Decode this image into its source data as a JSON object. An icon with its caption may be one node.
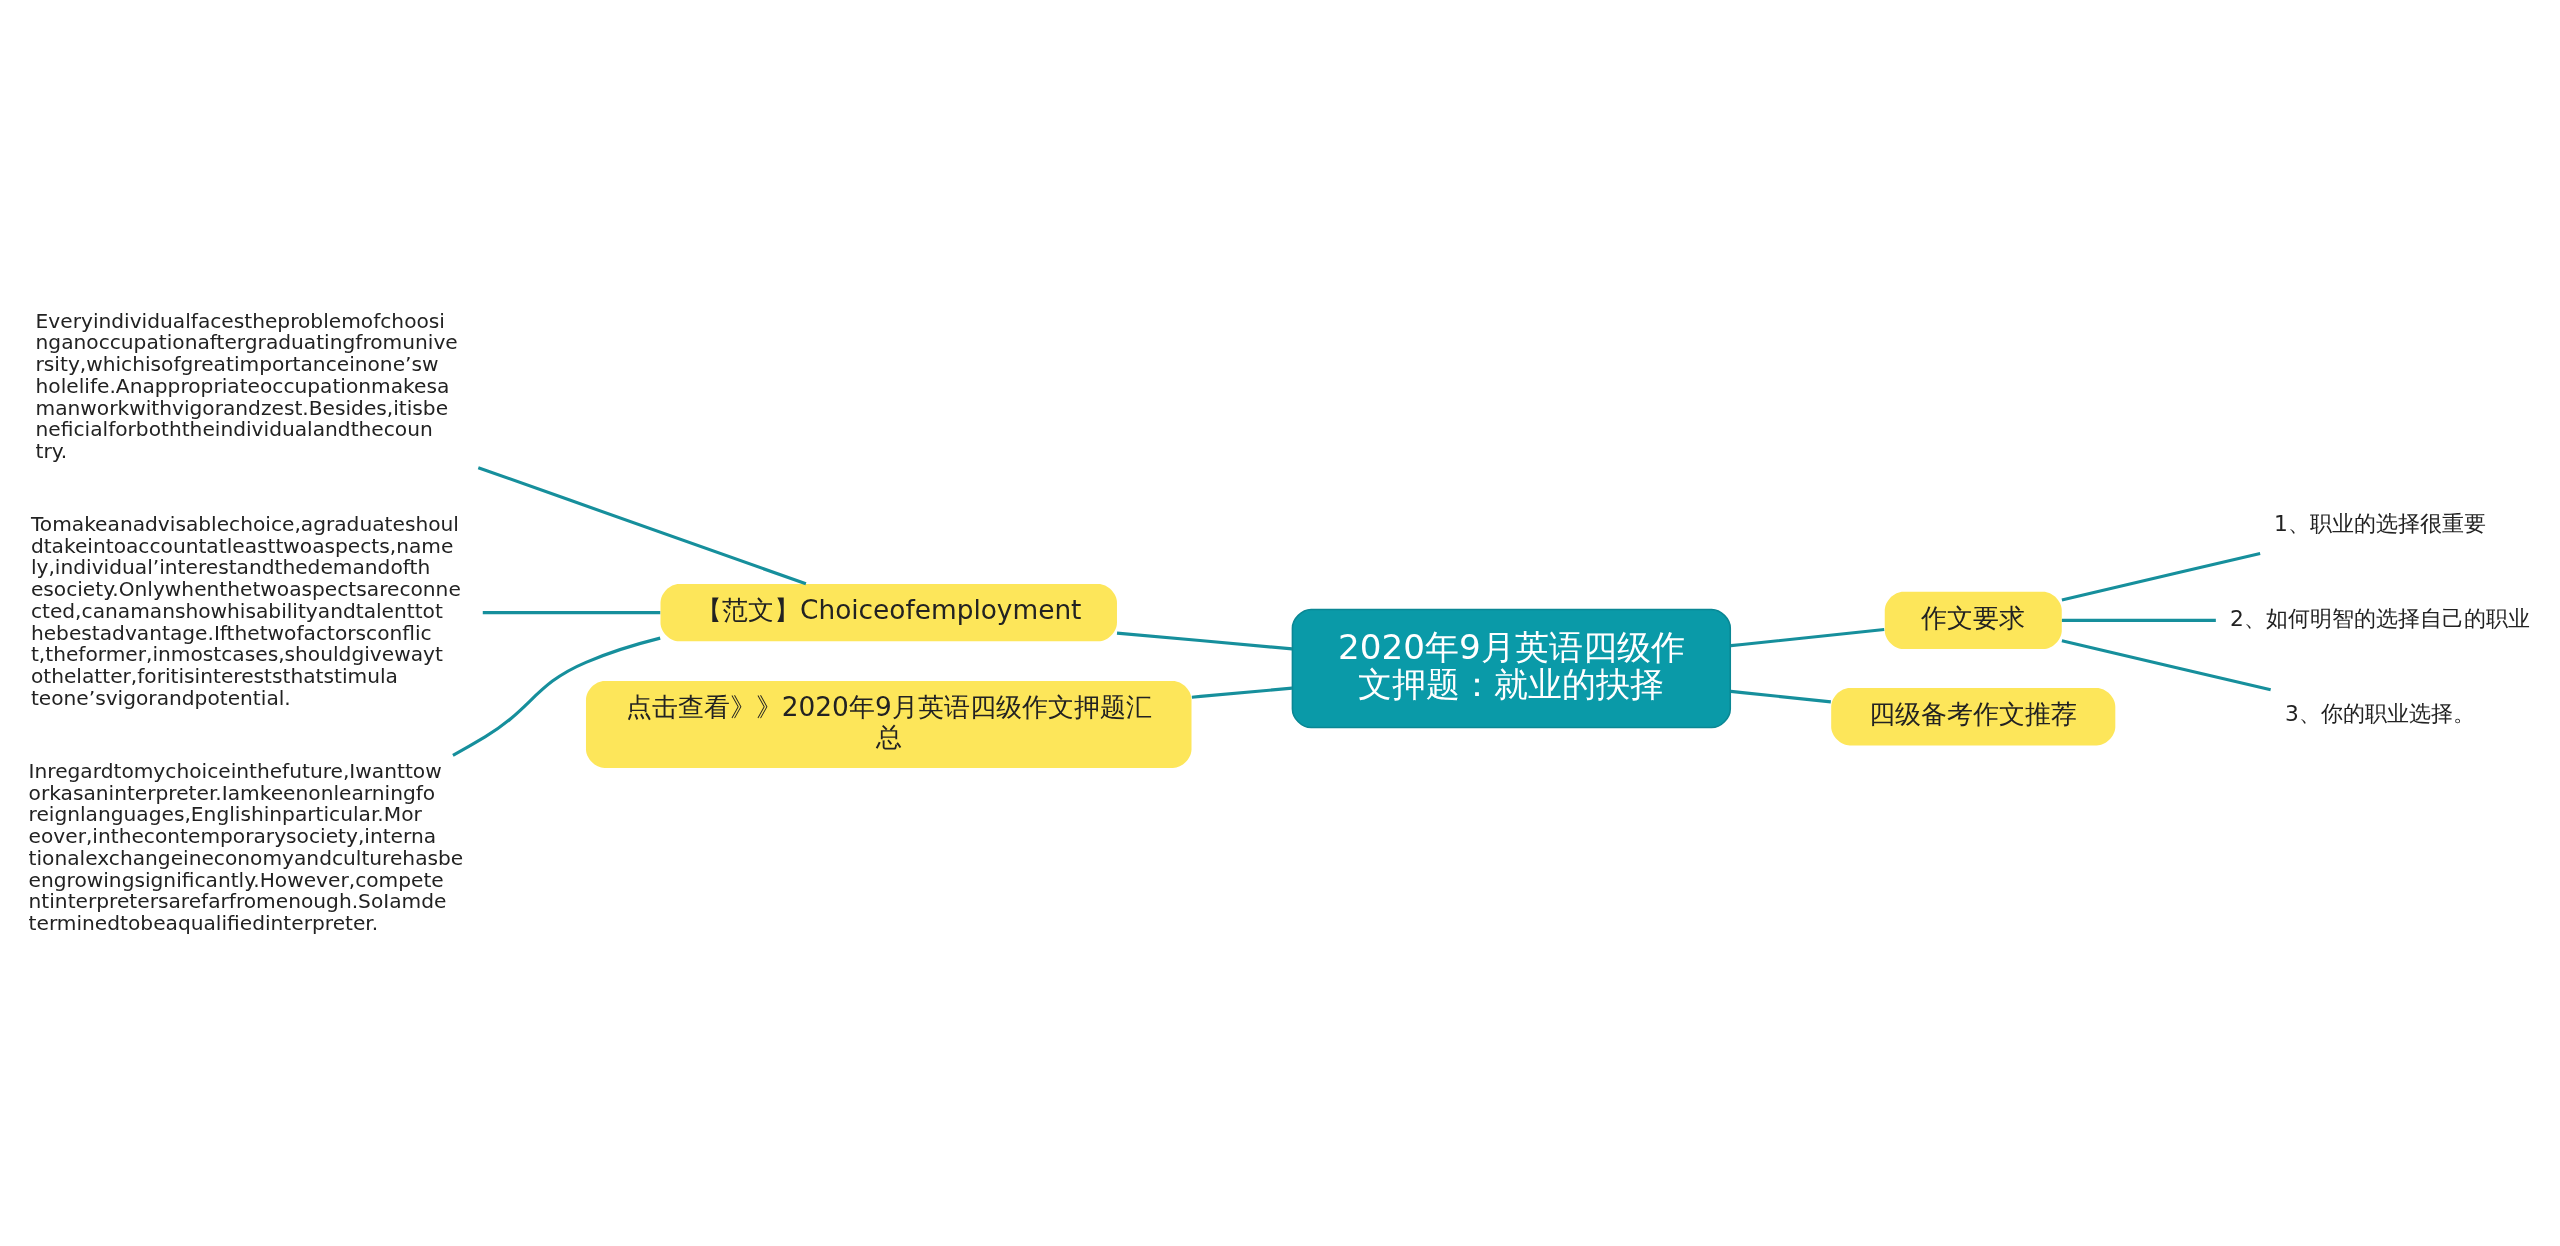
{
  "diagram": {
    "nodes": [
      {
        "text": [
          "2020年9月英语四级作文押题：就业的抉择"
        ]
      },
      {
        "text": [
          "【范文】Choiceofemployment"
        ]
      },
      {
        "text": [
          "Everyindividualfacestheproblemofchoosinganoccupationaftergraduatingfromuniversity,whichisofgreatimportanceinone’swholelife.Anappropriateoccupationmakesamanworkwithvigorandzest.Besides,itisbeneficialforboththeindividualandthecountry."
        ]
      },
      {
        "text": [
          "Tomakeanadvisablechoice,agraduateshouldtakeintoaccountatleasttwoaspects,namely,individual’interestandthedemandofthesociety.Onlywhenthetwoaspectsareconnected,canamanshowhisabilityandtalenttothebestadvantage.Ifthetwofactorsconflict,theformer,inmostcases,shouldgivewaytothelatter,foritisintereststhatstimulateone’svigorandpotential."
        ]
      },
      {
        "text": [
          "Inregardtomychoiceinthefuture,Iwanttoworkasaninterpreter.Iamkeenonlearningforeignlanguages,Englishinparticular.Moreover,inthecontemporarysociety,internationalexchangeineconomyandculturehasbeengrowingsignificantly.However,competentinterpretersarefarfromenough.SoIamdeterminedtobeaqualifiedinterpreter."
        ]
      },
      {
        "text": [
          "点击查看》》2020年9月英语四级作文押题汇总"
        ]
      },
      {
        "text": [
          "作文要求"
        ]
      },
      {
        "text": [
          "1、职业的选择很重要"
        ]
      },
      {
        "text": [
          "2、如何明智的选择自己的职业"
        ]
      },
      {
        "text": [
          "3、你的职业选择。"
        ]
      },
      {
        "text": [
          "四级备考作文推荐"
        ]
      }
    ],
    "edges": [
      {
        "from": 0,
        "to": 1,
        "arrow": "none"
      },
      {
        "from": 1,
        "to": 2,
        "arrow": "none"
      },
      {
        "from": 1,
        "to": 3,
        "arrow": "none"
      },
      {
        "from": 1,
        "to": 4,
        "arrow": "none"
      },
      {
        "from": 0,
        "to": 5,
        "arrow": "none"
      },
      {
        "from": 0,
        "to": 6,
        "arrow": "none"
      },
      {
        "from": 6,
        "to": 7,
        "arrow": "none"
      },
      {
        "from": 6,
        "to": 8,
        "arrow": "none"
      },
      {
        "from": 6,
        "to": 9,
        "arrow": "none"
      },
      {
        "from": 0,
        "to": 10,
        "arrow": "none"
      }
    ]
  }
}
